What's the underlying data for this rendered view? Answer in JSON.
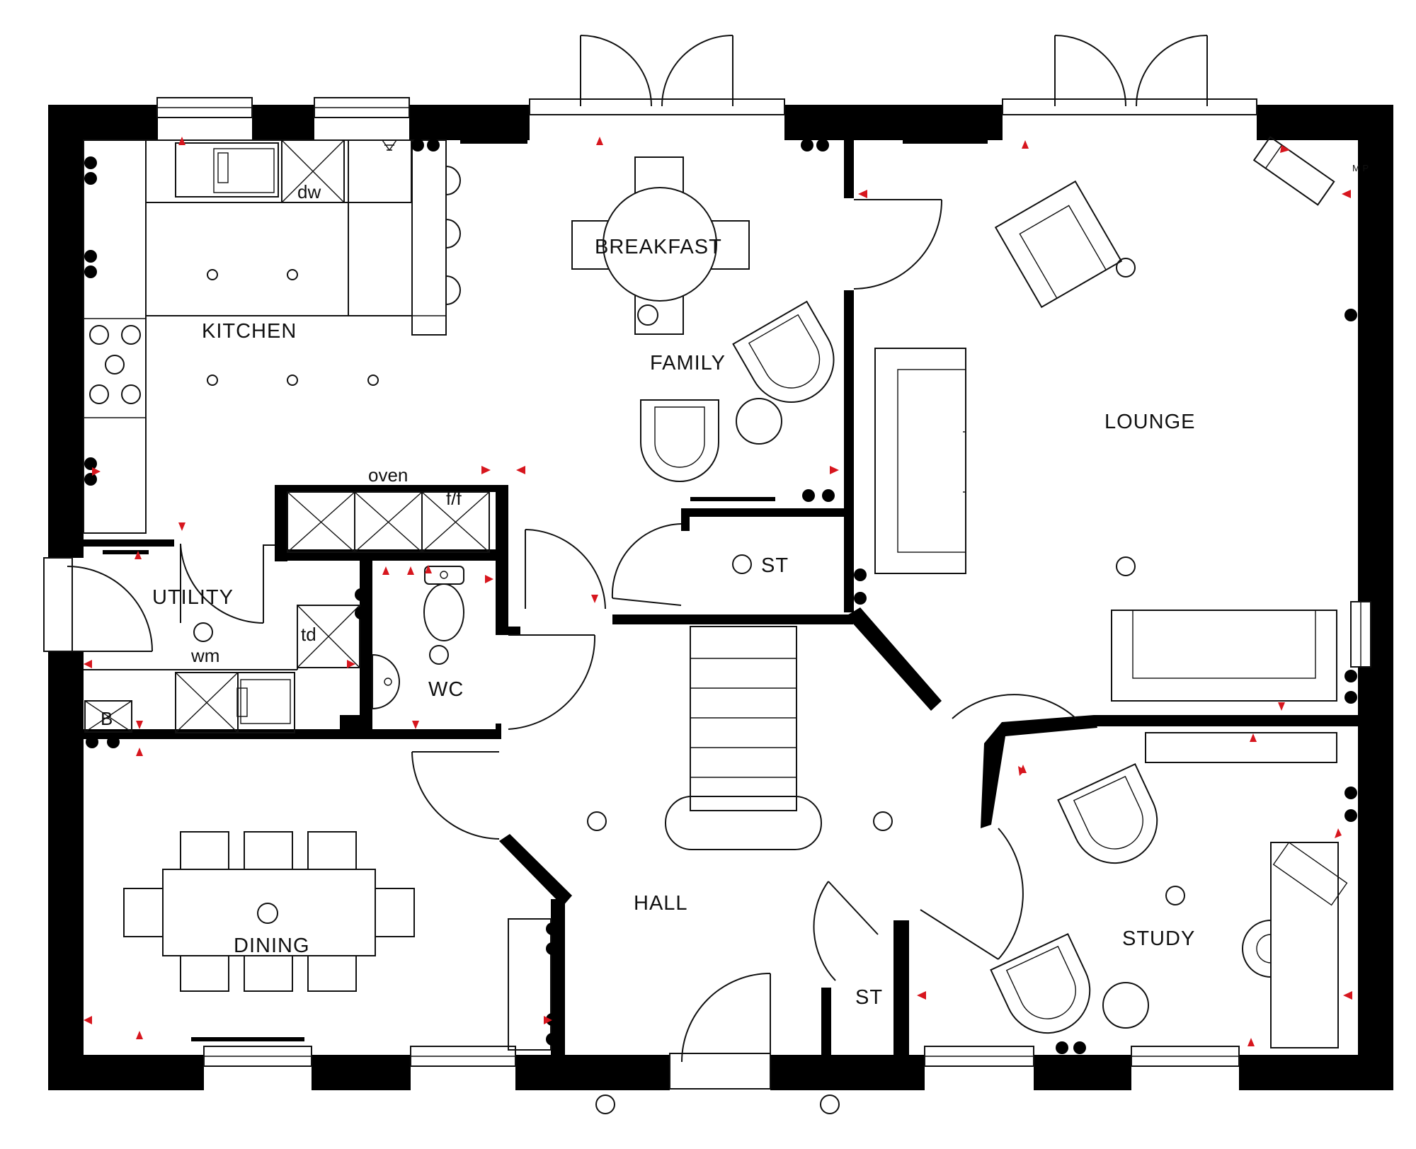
{
  "rooms": {
    "kitchen": "KITCHEN",
    "breakfast": "BREAKFAST",
    "family": "FAMILY",
    "lounge": "LOUNGE",
    "utility": "UTILITY",
    "wc": "WC",
    "store_upper": "ST",
    "store_lower": "ST",
    "hall": "HALL",
    "dining": "DINING",
    "study": "STUDY"
  },
  "appliances": {
    "dishwasher": "dw",
    "oven": "oven",
    "fridge_freezer": "f/f",
    "tumble_dryer": "td",
    "washing_machine": "wm",
    "boiler": "B",
    "meter": "M\nP"
  },
  "colors": {
    "wall": "#000000",
    "line": "#111111",
    "marker": "#d7161e",
    "background": "#ffffff"
  },
  "icons": [
    "door-swing-icon",
    "window-icon",
    "radiator-icon",
    "socket-icon",
    "ceiling-light-icon",
    "red-marker-icon",
    "staircase-icon"
  ]
}
